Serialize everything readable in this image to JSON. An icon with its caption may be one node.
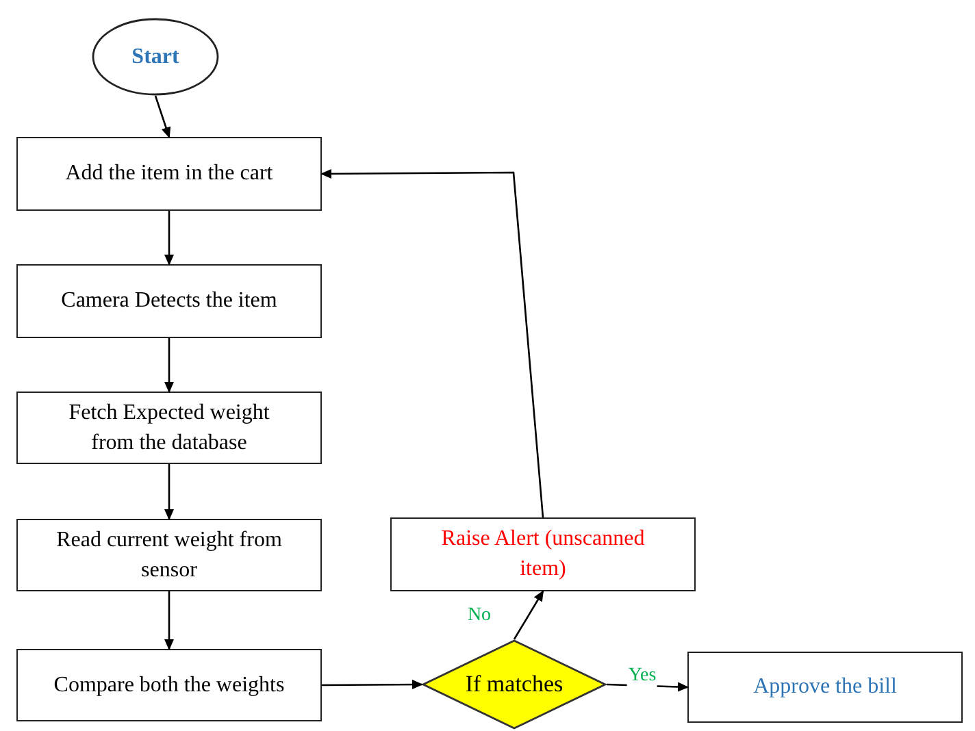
{
  "diagram": {
    "nodes": [
      {
        "text": [
          "Start"
        ]
      },
      {
        "text": [
          "Add the item in the cart"
        ]
      },
      {
        "text": [
          "Camera Detects the item"
        ]
      },
      {
        "text": [
          "Fetch Expected weight from the database"
        ]
      },
      {
        "text": [
          "Read current weight from sensor"
        ]
      },
      {
        "text": [
          "Compare both the weights"
        ]
      },
      {
        "text": [
          "If matches"
        ]
      },
      {
        "text": [
          "Raise Alert (unscanned item)"
        ]
      },
      {
        "text": [
          "Approve the bill"
        ]
      }
    ],
    "edges": [
      {
        "from": 0,
        "to": 1,
        "arrow": "to"
      },
      {
        "from": 1,
        "to": 2,
        "arrow": "to"
      },
      {
        "from": 2,
        "to": 3,
        "arrow": "to"
      },
      {
        "from": 3,
        "to": 4,
        "arrow": "to"
      },
      {
        "from": 4,
        "to": 5,
        "arrow": "to"
      },
      {
        "from": 5,
        "to": 6,
        "arrow": "to"
      },
      {
        "from": 6,
        "to": 7,
        "arrow": "to",
        "label": "No"
      },
      {
        "from": 6,
        "to": 8,
        "arrow": "to",
        "label": "Yes"
      },
      {
        "from": 7,
        "to": 1,
        "arrow": "to"
      }
    ]
  }
}
